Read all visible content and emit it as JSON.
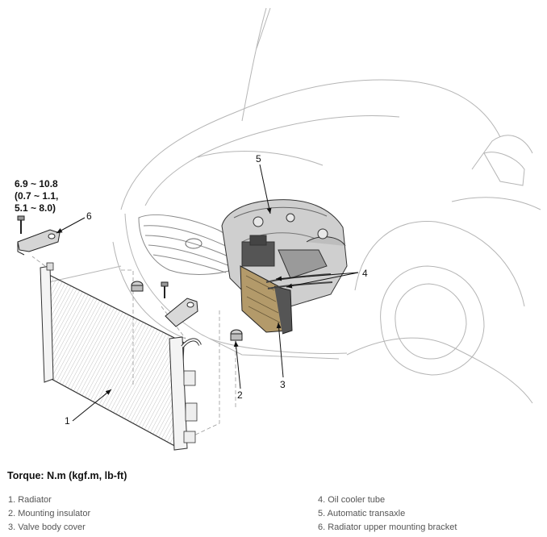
{
  "torque_spec": {
    "line1": "6.9 ~ 10.8",
    "line2": "(0.7 ~ 1.1,",
    "line3": "5.1 ~ 8.0)"
  },
  "callouts": [
    "1",
    "2",
    "3",
    "4",
    "5",
    "6"
  ],
  "torque_heading": "Torque:  N.m (kgf.m, lb-ft)",
  "legend": [
    "1. Radiator",
    "2. Mounting insulator",
    "3. Valve body cover",
    "4. Oil cooler tube",
    "5. Automatic transaxle",
    "6. Radiator upper mounting bracket"
  ]
}
